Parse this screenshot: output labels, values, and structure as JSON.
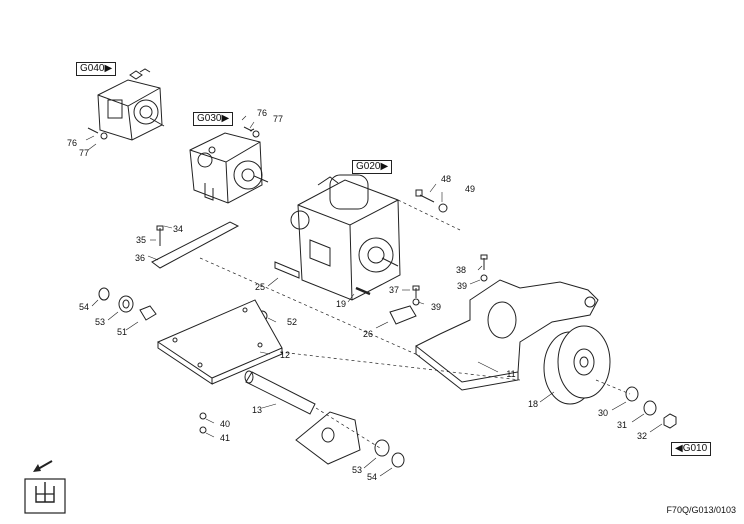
{
  "ref_boxes": {
    "g040": "G040",
    "g030": "G030",
    "g020": "G020",
    "g010": "G010"
  },
  "ref_arrow_right": "▶",
  "ref_arrow_left": "◀",
  "doc_code": "F70Q/G013/0103",
  "callouts": {
    "c76a": "76",
    "c77a": "77",
    "c76b": "76",
    "c77b": "77",
    "c48": "48",
    "c49": "49",
    "c34": "34",
    "c35": "35",
    "c36": "36",
    "c38": "38",
    "c39a": "39",
    "c37": "37",
    "c39b": "39",
    "c25": "25",
    "c19": "19",
    "c54a": "54",
    "c53a": "53",
    "c51": "51",
    "c52": "52",
    "c26": "26",
    "c12": "12",
    "c11": "11",
    "c18": "18",
    "c13": "13",
    "c40": "40",
    "c41": "41",
    "c30": "30",
    "c31": "31",
    "c32": "32",
    "c53b": "53",
    "c54b": "54"
  }
}
